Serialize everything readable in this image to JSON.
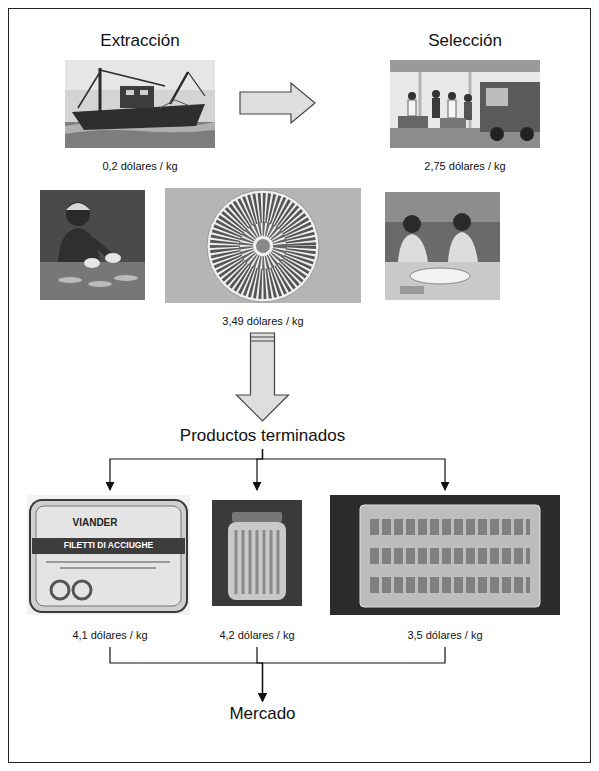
{
  "diagram": {
    "nodes": [
      {
        "text": [
          "Extracción",
          "0,2 dólares / kg"
        ]
      },
      {
        "text": [
          "Selección",
          "2,75 dólares / kg"
        ]
      },
      {
        "text": [
          "3,49 dólares / kg"
        ]
      },
      {
        "text": [
          "Productos terminados"
        ]
      },
      {
        "text": [
          "4,1 dólares / kg"
        ]
      },
      {
        "text": [
          "4,2 dólares / kg"
        ]
      },
      {
        "text": [
          "3,5 dólares / kg"
        ]
      },
      {
        "text": [
          "Mercado"
        ]
      }
    ],
    "edges": [
      {
        "from": 0,
        "to": 1,
        "arrow": "to"
      },
      {
        "from": 2,
        "to": 3,
        "arrow": "to"
      },
      {
        "from": 3,
        "to": 4,
        "arrow": "to"
      },
      {
        "from": 3,
        "to": 5,
        "arrow": "to"
      },
      {
        "from": 3,
        "to": 6,
        "arrow": "to"
      },
      {
        "from": 4,
        "to": 7,
        "arrow": "to"
      },
      {
        "from": 5,
        "to": 7,
        "arrow": "to"
      },
      {
        "from": 6,
        "to": 7,
        "arrow": "to"
      }
    ],
    "labels": [
      "VIANDER",
      "FILETTI DI ACCIUGHE"
    ]
  }
}
